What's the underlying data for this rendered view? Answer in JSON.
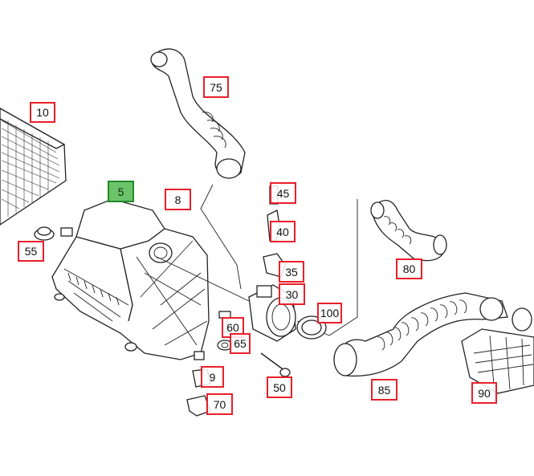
{
  "diagram": {
    "callouts": [
      {
        "id": "10",
        "label": "10"
      },
      {
        "id": "5",
        "label": "5",
        "selected": true
      },
      {
        "id": "8",
        "label": "8"
      },
      {
        "id": "55",
        "label": "55"
      },
      {
        "id": "75",
        "label": "75"
      },
      {
        "id": "45",
        "label": "45"
      },
      {
        "id": "40",
        "label": "40"
      },
      {
        "id": "35",
        "label": "35"
      },
      {
        "id": "30",
        "label": "30"
      },
      {
        "id": "80",
        "label": "80"
      },
      {
        "id": "100",
        "label": "100"
      },
      {
        "id": "60",
        "label": "60"
      },
      {
        "id": "65",
        "label": "65"
      },
      {
        "id": "9",
        "label": "9"
      },
      {
        "id": "70",
        "label": "70"
      },
      {
        "id": "50",
        "label": "50"
      },
      {
        "id": "85",
        "label": "85"
      },
      {
        "id": "90",
        "label": "90"
      }
    ],
    "colors": {
      "callout_border": "#e8202a",
      "selected_fill": "#6cc46a",
      "selected_border": "#1f8a2a",
      "line": "#222222"
    }
  }
}
